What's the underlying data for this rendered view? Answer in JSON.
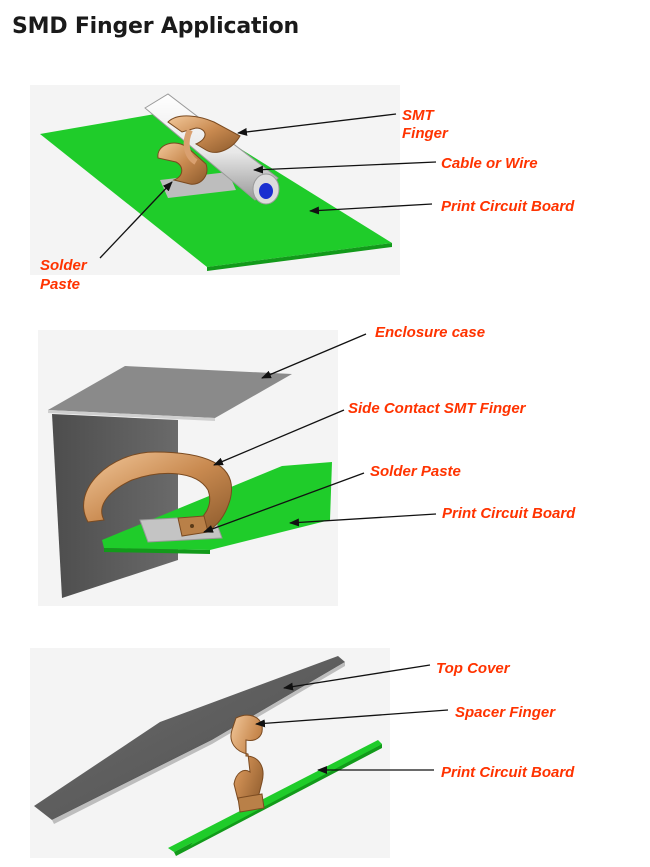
{
  "title": "SMD Finger Application",
  "colors": {
    "label": "#ff3300",
    "pcb": "#1fcc2a",
    "copper": "#c98a50",
    "metal_light": "#8a8a8a",
    "metal_dark": "#5c5c5c"
  },
  "panel1": {
    "labels": {
      "smt_finger_line1": "SMT",
      "smt_finger_line2": "Finger",
      "cable": "Cable or Wire",
      "pcb": "Print Circuit Board",
      "solder_line1": "Solder",
      "solder_line2": "Paste"
    }
  },
  "panel2": {
    "labels": {
      "enclosure": "Enclosure case",
      "side_finger": "Side Contact SMT Finger",
      "solder": "Solder Paste",
      "pcb": "Print Circuit Board"
    }
  },
  "panel3": {
    "labels": {
      "top_cover": "Top Cover",
      "spacer": "Spacer Finger",
      "pcb": "Print Circuit Board"
    }
  }
}
